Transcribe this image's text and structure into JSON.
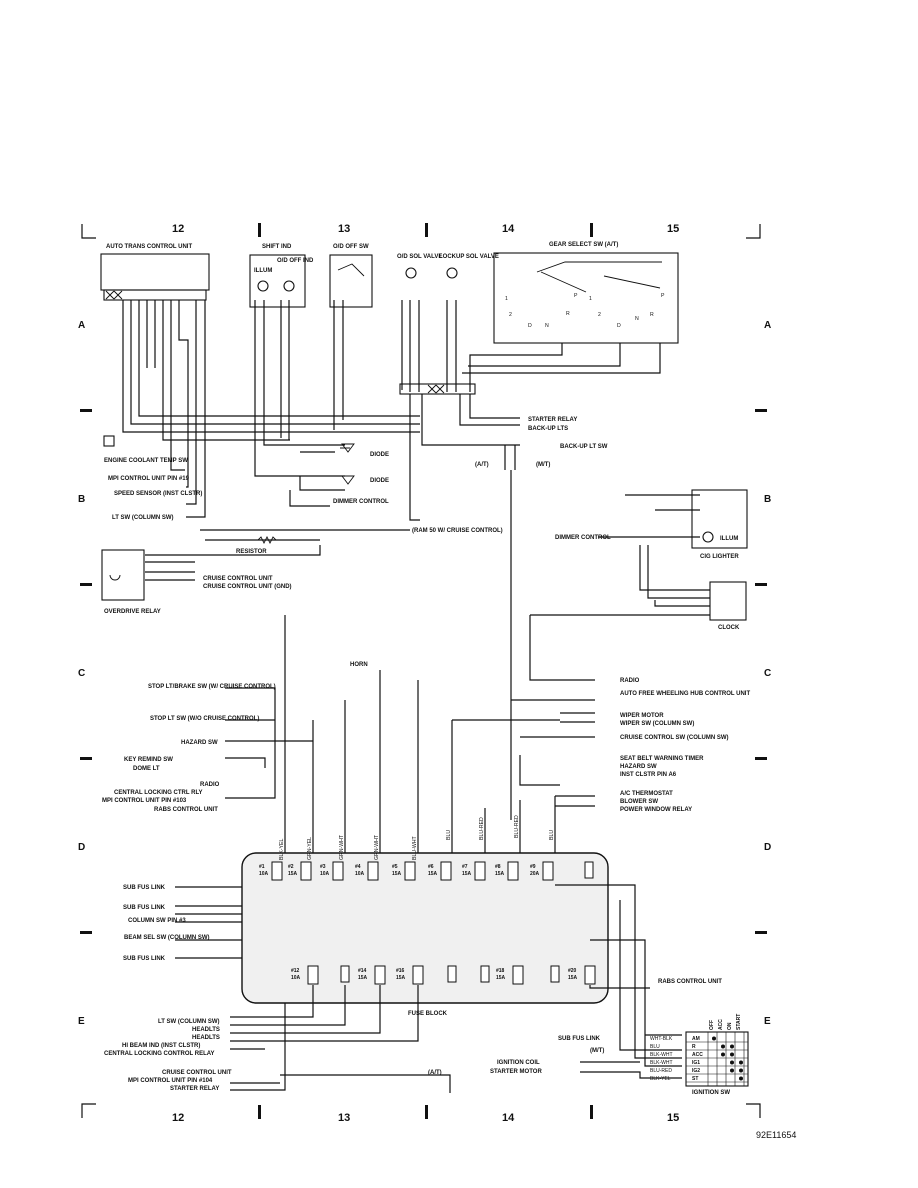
{
  "columns": [
    "12",
    "13",
    "14",
    "15"
  ],
  "rows": [
    "A",
    "B",
    "C",
    "D",
    "E"
  ],
  "figure_id": "92E11654",
  "top_components": {
    "auto_trans_control_unit": "AUTO TRANS CONTROL UNIT",
    "shift_ind": "SHIFT IND",
    "od_off_ind": "O/D OFF IND",
    "illum": "ILLUM",
    "od_off_sw": "O/D OFF SW",
    "od_sol_valve": "O/D SOL VALVE",
    "lockup_sol_valve": "LOCKUP SOL VALVE",
    "gear_select_sw": "GEAR SELECT SW (A/T)"
  },
  "gear_positions": [
    "1",
    "2",
    "D",
    "N",
    "R",
    "P",
    "1",
    "2",
    "D",
    "N",
    "R",
    "P"
  ],
  "left_components": [
    "ENGINE COOLANT TEMP SW",
    "MPI CONTROL UNIT PIN #19",
    "SPEED SENSOR (INST CLSTR)",
    "LT SW (COLUMN SW)",
    "RESISTOR",
    "OVERDRIVE RELAY",
    "CRUISE CONTROL UNIT",
    "CRUISE CONTROL UNIT (GND)"
  ],
  "mid_components": {
    "diode_1": "DIODE",
    "diode_2": "DIODE",
    "dimmer_control": "DIMMER CONTROL",
    "starter_relay": "STARTER RELAY",
    "back_up_lts": "BACK-UP LTS",
    "back_up_lt_sw": "BACK-UP LT SW",
    "at": "(A/T)",
    "mt": "(M/T)",
    "ram50": "(RAM 50 W/ CRUISE CONTROL)"
  },
  "right_components": {
    "dimmer_control": "DIMMER CONTROL",
    "cig_lighter": "CIG LIGHTER",
    "illum": "ILLUM",
    "clock": "CLOCK"
  },
  "left_fuse_inputs": [
    "HORN",
    "STOP LT/BRAKE SW (W/ CRUISE CONTROL)",
    "STOP LT SW (W/O CRUISE CONTROL)",
    "HAZARD SW",
    "KEY REMIND SW",
    "DOME LT",
    "RADIO",
    "CENTRAL LOCKING CTRL RLY",
    "MPI CONTROL UNIT PIN #103",
    "RABS CONTROL UNIT"
  ],
  "right_fuse_outputs": [
    "RADIO",
    "AUTO FREE WHEELING HUB CONTROL UNIT",
    "WIPER MOTOR",
    "WIPER SW (COLUMN SW)",
    "CRUISE CONTROL SW (COLUMN SW)",
    "SEAT BELT WARNING TIMER",
    "HAZARD SW",
    "INST CLSTR PIN A6",
    "A/C THERMOSTAT",
    "BLOWER SW",
    "POWER WINDOW RELAY"
  ],
  "fuse_block_label": "FUSE BLOCK",
  "fuses_top": [
    {
      "num": "#1",
      "amp": "10A"
    },
    {
      "num": "#2",
      "amp": "15A"
    },
    {
      "num": "#3",
      "amp": "10A"
    },
    {
      "num": "#4",
      "amp": "10A"
    },
    {
      "num": "#5",
      "amp": "15A"
    },
    {
      "num": "#6",
      "amp": "15A"
    },
    {
      "num": "#7",
      "amp": "15A"
    },
    {
      "num": "#8",
      "amp": "15A"
    },
    {
      "num": "#9",
      "amp": "20A"
    }
  ],
  "fuses_bottom": [
    {
      "num": "#12",
      "amp": "10A"
    },
    {
      "num": "#14",
      "amp": "15A"
    },
    {
      "num": "#16",
      "amp": "15A"
    },
    {
      "num": "#18",
      "amp": "15A"
    },
    {
      "num": "#20",
      "amp": "15A"
    }
  ],
  "fuse_wire_colors": [
    "BLK-YEL",
    "GRN-YEL",
    "GRN-WHT",
    "GRN-WHT",
    "BLU-WHT",
    "BLU",
    "BLU-RED",
    "BLU-RED",
    "BLU"
  ],
  "fuse_left_inputs": [
    "SUB FUS LINK",
    "SUB FUS LINK",
    "COLUMN SW PIN #3",
    "BEAM SEL SW (COLUMN SW)",
    "SUB FUS LINK"
  ],
  "bottom_left_loads": [
    "LT SW (COLUMN SW)",
    "HEADLTS",
    "HEADLTS",
    "HI BEAM IND (INST CLSTR)",
    "CENTRAL LOCKING CONTROL RELAY",
    "CRUISE CONTROL UNIT",
    "MPI CONTROL UNIT PIN #104",
    "STARTER RELAY"
  ],
  "bottom_right": {
    "rabs_control_unit": "RABS CONTROL UNIT",
    "sub_fus_link": "SUB FUS LINK",
    "ignition_coil": "IGNITION COIL",
    "starter_motor": "STARTER MOTOR",
    "at": "(A/T)",
    "mt": "(M/T)",
    "ignition_sw": "IGNITION SW"
  },
  "ignition_switch": {
    "headers": [
      "OFF",
      "ACC",
      "ON",
      "START"
    ],
    "terminals": [
      "AM",
      "R",
      "ACC",
      "IG1",
      "IG2",
      "ST"
    ],
    "wires": [
      "WHT-BLK",
      "BLU",
      "BLK-WHT",
      "BLK-WHT",
      "BLU-RED",
      "BLK-YEL"
    ]
  }
}
